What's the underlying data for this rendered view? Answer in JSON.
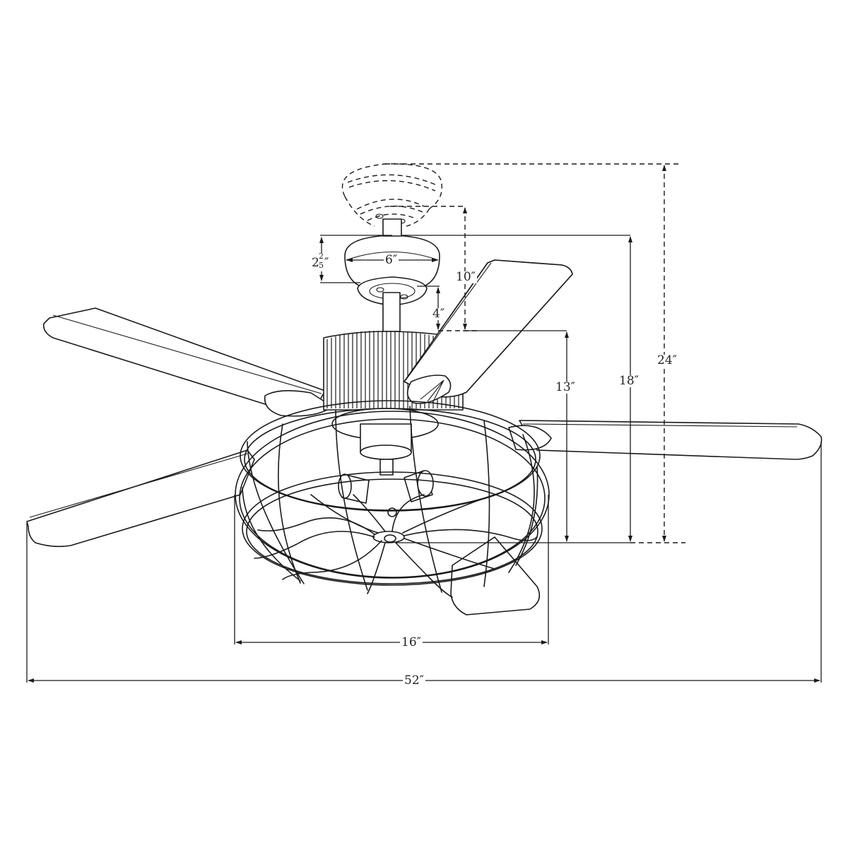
{
  "diagram": {
    "type": "technical dimension drawing",
    "subject": "ceiling fan with cage light kit",
    "blade_count": 5,
    "line_color": "#1a1a1a",
    "background_color": "#ffffff"
  },
  "dimensions": {
    "canopy_height": {
      "whole": "2",
      "num": "2",
      "den": "5",
      "unit": "″",
      "label": "2 2/5″"
    },
    "canopy_width": {
      "label": "6″"
    },
    "downrod_length": {
      "label": "4″"
    },
    "extended_drop": {
      "label": "10″"
    },
    "fan_body_height": {
      "label": "13″"
    },
    "overall_height": {
      "label": "18″"
    },
    "max_height_extended": {
      "label": "24″"
    },
    "cage_diameter": {
      "label": "16″"
    },
    "blade_span": {
      "label": "52″"
    }
  }
}
